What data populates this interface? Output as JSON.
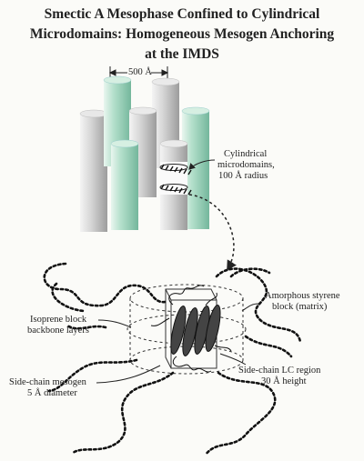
{
  "title": {
    "line1": "Smectic A Mesophase Confined to  Cylindrical",
    "line2": "Microdomains: Homogeneous Mesogen Anchoring",
    "line3": "at the IMDS"
  },
  "labels": {
    "spacing": "500 Å",
    "cyl_line1": "Cylindrical",
    "cyl_line2": "microdomains,",
    "cyl_line3": "100 Å radius",
    "styrene_line1": "Amorphous styrene",
    "styrene_line2": "block (matrix)",
    "isoprene_line1": "Isoprene block",
    "isoprene_line2": "backbone layers",
    "mesogen_line1": "Side-chain mesogen",
    "mesogen_line2": "5 Å diameter",
    "lc_line1": "Side-chain LC region",
    "lc_line2": "30 Å height"
  },
  "colors": {
    "cylinder_green": "#9fd3bd",
    "cylinder_grey": "#c8c8c8"
  }
}
